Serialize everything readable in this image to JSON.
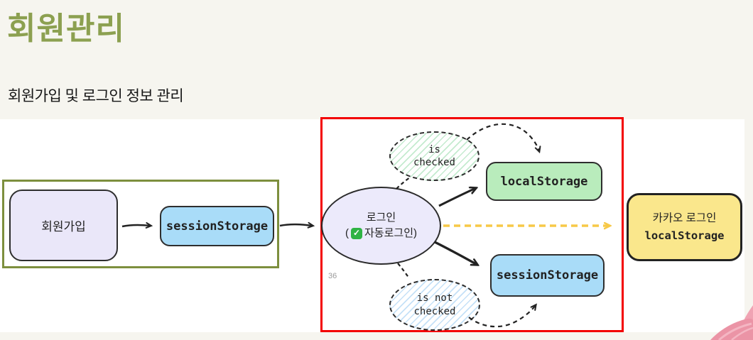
{
  "page": {
    "title": "회원관리",
    "subtitle": "회원가입 및 로그인 정보 관리",
    "page_number": "36"
  },
  "colors": {
    "background": "#f6f5ef",
    "title_green": "#8ca050",
    "green_frame": "#7d8f3e",
    "red_frame": "#f30000",
    "lavender_fill": "#eceafb",
    "blue_fill": "#a9dcf8",
    "green_fill": "#b9ecbc",
    "yellow_fill": "#fae78c",
    "yellow_arrow": "#f7c948",
    "check_green": "#2fb344",
    "corner_pink": "#eb94a6"
  },
  "diagram": {
    "signup": {
      "label": "회원가입"
    },
    "session_storage_signup": {
      "label": "sessionStorage"
    },
    "login": {
      "name": "로그인",
      "paren_open": "(",
      "check": "✓",
      "auto_label": "자동로그인)"
    },
    "is_checked": {
      "line1": "is",
      "line2": "checked"
    },
    "is_not_checked": {
      "line1": "is not",
      "line2": "checked"
    },
    "local_storage": {
      "label": "localStorage"
    },
    "session_storage_login": {
      "label": "sessionStorage"
    },
    "kakao": {
      "line1": "카카오 로그인",
      "line2": "localStorage"
    }
  }
}
